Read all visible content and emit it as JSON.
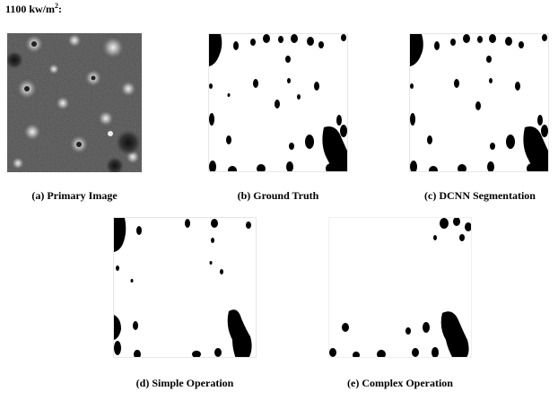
{
  "heading": {
    "prefix": "1100 kw/m",
    "sup": "2",
    "suffix": ":"
  },
  "panels": [
    {
      "id": "a",
      "caption": "(a) Primary Image"
    },
    {
      "id": "b",
      "caption": "(b) Ground Truth"
    },
    {
      "id": "c",
      "caption": "(c) DCNN Segmentation"
    },
    {
      "id": "d",
      "caption": "(d) Simple Operation"
    },
    {
      "id": "e",
      "caption": "(e) Complex Operation"
    }
  ]
}
